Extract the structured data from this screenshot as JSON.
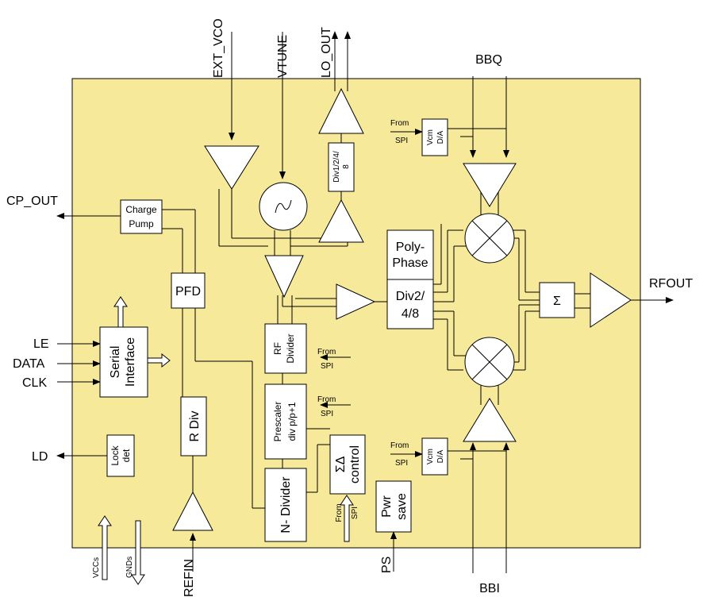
{
  "colors": {
    "chip_fill": "#f7e99a",
    "block_fill": "#ffffff",
    "line": "#000000"
  },
  "pins": {
    "ext_vco": "EXT_VCO",
    "vtune": "VTUNE",
    "lo_out": "LO_OUT",
    "bbq": "BBQ",
    "cp_out": "CP_OUT",
    "rfout": "RFOUT",
    "le": "LE",
    "data": "DATA",
    "clk": "CLK",
    "ld": "LD",
    "vccs": "VCCs",
    "gnds": "GNDs",
    "refin": "REFIN",
    "ps": "PS",
    "bbi": "BBI"
  },
  "blocks": {
    "charge_pump": [
      "Charge",
      "Pump"
    ],
    "pfd": "PFD",
    "serial_interface": [
      "Serial",
      "Interface"
    ],
    "lock_det": [
      "Lock",
      "det"
    ],
    "r_div": "R Div",
    "lo_div": [
      "Div1/2/4/",
      "8"
    ],
    "polyphase": [
      "Poly-",
      "Phase"
    ],
    "div248": [
      "Div2/",
      "4/8"
    ],
    "rf_divider": [
      "RF",
      "Divider"
    ],
    "prescaler": [
      "Prescaler",
      "div p/p+1"
    ],
    "n_divider": "N- Divider",
    "sigma_delta": [
      "ΣΔ",
      "control"
    ],
    "pwr_save": [
      "Pwr",
      "save"
    ],
    "vcm_da": [
      "Vcm",
      "D/A"
    ],
    "sum": "Σ",
    "from": "From",
    "spi": "SPI"
  }
}
